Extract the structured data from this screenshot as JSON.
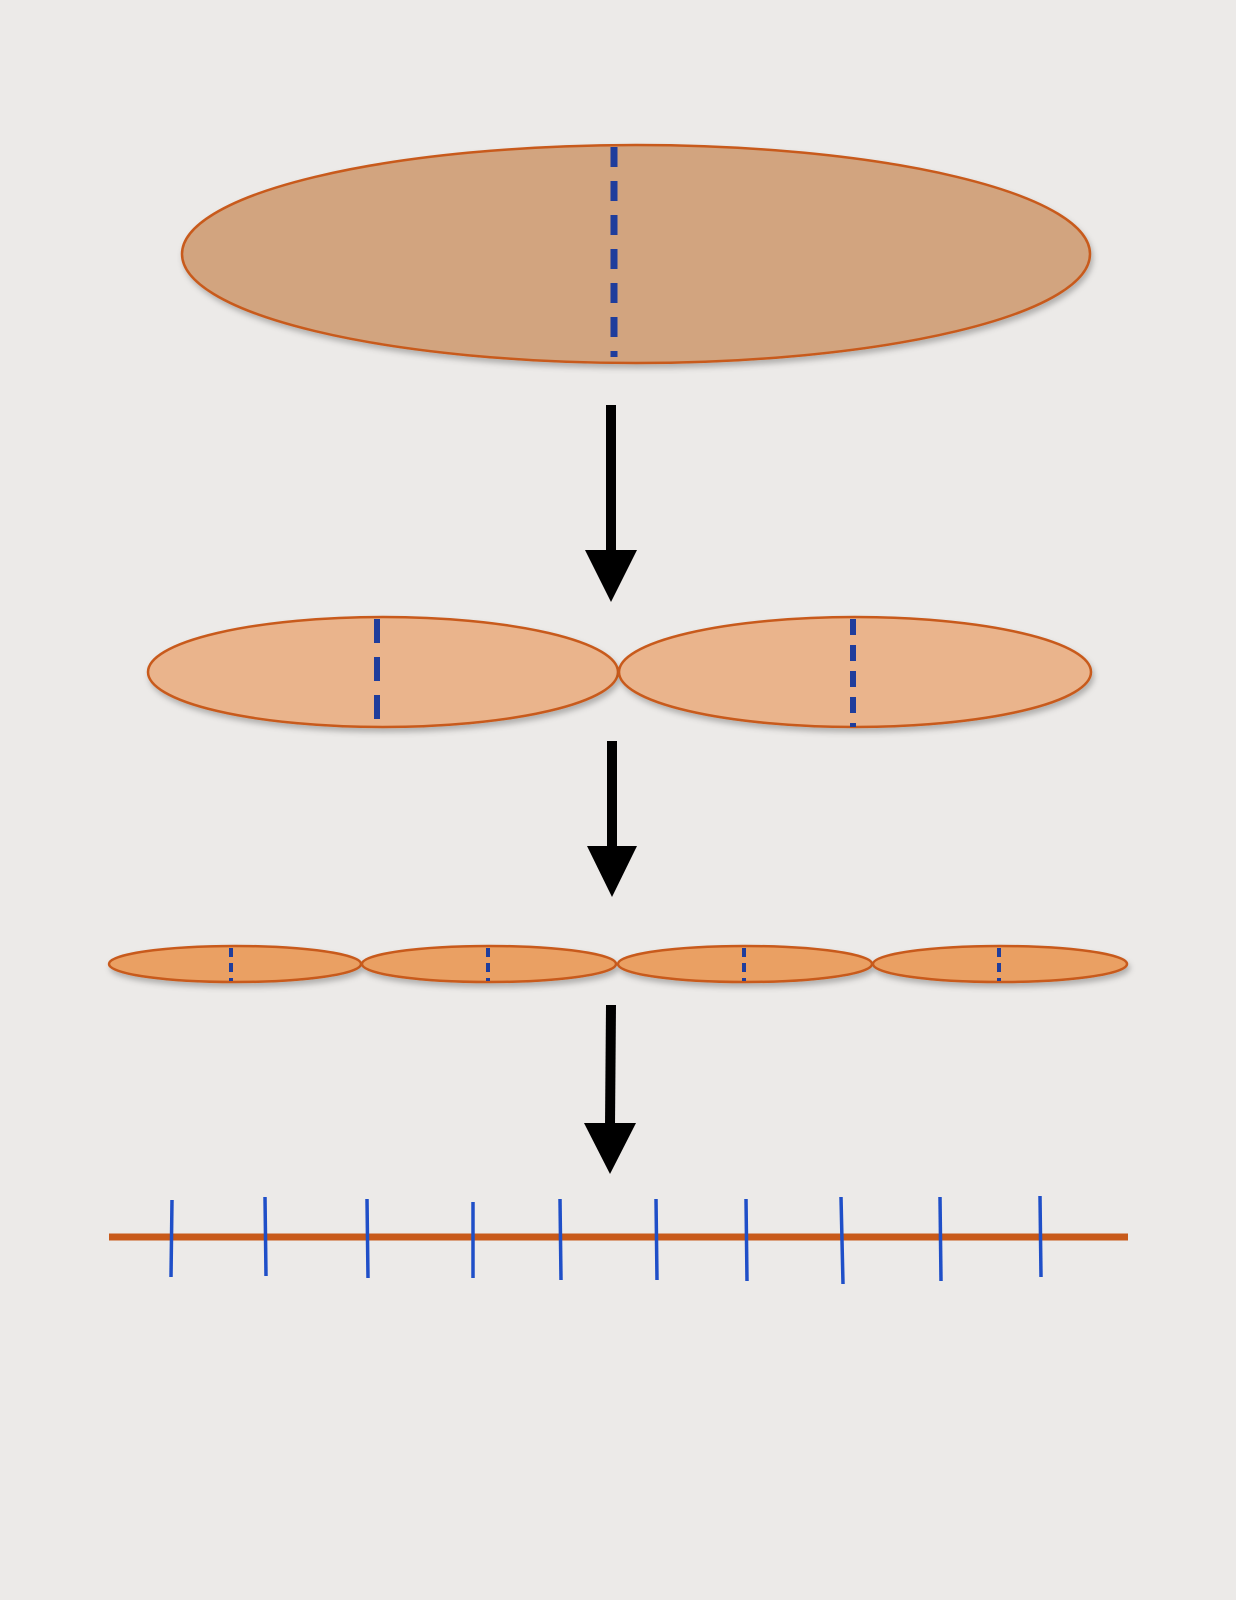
{
  "colors": {
    "background": "#ECEAE8",
    "cell_outline": "#C85A1A",
    "stage1_fill": "#D2A47F",
    "stage2_fill": "#EAB48C",
    "stage3_fill": "#EAA064",
    "division_line": "#1F3D9C",
    "final_line": "#C85A1A",
    "final_ticks": "#1F4FC8",
    "arrow": "#000000"
  },
  "diagram": {
    "stages": [
      {
        "name": "stage-1",
        "cell_count": 1
      },
      {
        "name": "stage-2",
        "cell_count": 2
      },
      {
        "name": "stage-3",
        "cell_count": 4
      },
      {
        "name": "stage-4-line",
        "tick_count": 10
      }
    ],
    "arrow_count": 3,
    "icons": [
      "down-arrow-icon"
    ]
  }
}
